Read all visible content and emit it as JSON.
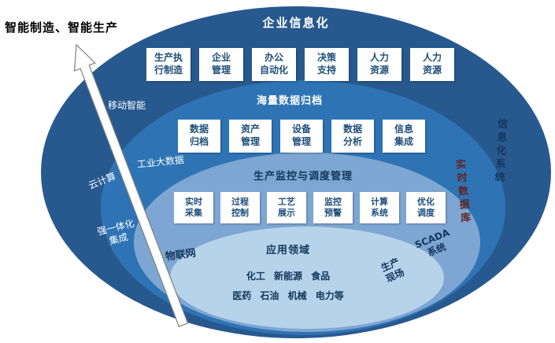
{
  "slogan": "智能制造、智能生产",
  "layers": {
    "enterprise": {
      "title": "企业信息化",
      "boxes": [
        "生产执\n行制造",
        "企业\n管理",
        "办公\n自动化",
        "决策\n支持",
        "人力\n资源",
        "人力\n资源"
      ]
    },
    "archive": {
      "title": "海量数据归档",
      "boxes": [
        "数据\n归档",
        "资产\n管理",
        "设备\n管理",
        "数据\n分析",
        "信息\n集成"
      ]
    },
    "monitor": {
      "title": "生产监控与调度管理",
      "boxes": [
        "实时\n采集",
        "过程\n控制",
        "工艺\n展示",
        "监控\n预警",
        "计算\n系统",
        "优化\n调度"
      ]
    },
    "application": {
      "title": "应用领域",
      "industries_line1": "化工 新能源 食品",
      "industries_line2": "医药 石油 机械 电力等"
    }
  },
  "side_labels": {
    "mobile_intelligence": "移动智能",
    "cloud_computing": "云计算",
    "strong_integration": "强一体化\n集成",
    "industrial_big_data": "工业大数据",
    "iot": "物联网",
    "production_site": "生产\n现场",
    "scada_system": "SCADA\n系统",
    "realtime_database": "实时数据库",
    "information_system": "信息化系统"
  },
  "colors": {
    "c-outer": "#27598F",
    "c-mid1": "#2E74B5",
    "c-mid2": "#7EA6D2",
    "c-inner": "#B7D3EA",
    "c-box-text": "#1F4E79",
    "c-dark-label": "#17365D",
    "c-red-label": "#632423",
    "c-white-label": "#FFFFFF"
  }
}
